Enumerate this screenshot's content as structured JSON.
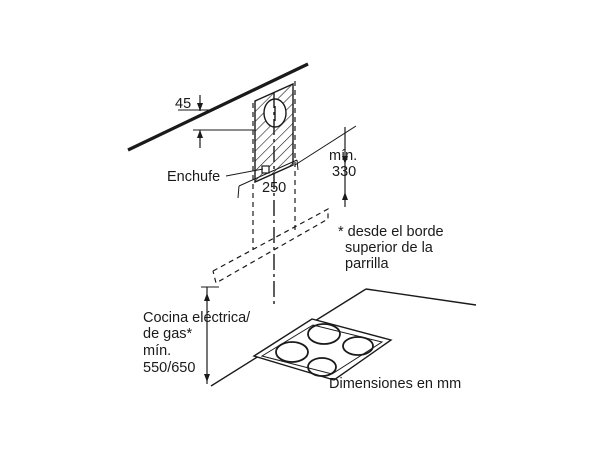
{
  "labels": {
    "top_offset": "45",
    "socket": "Enchufe",
    "socket_width": "250",
    "min_line1": "mín.",
    "min_line2": "330",
    "note_line1": "* desde el borde",
    "note_line2": "superior de la",
    "note_line3": "parrilla",
    "hob_line1": "Cocina eléctrica/",
    "hob_line2": "de gas*",
    "hob_line3": "mín.",
    "hob_line4": "550/650",
    "units": "Dimensiones en mm"
  },
  "colors": {
    "line": "#1a1a1a",
    "background": "#ffffff"
  }
}
